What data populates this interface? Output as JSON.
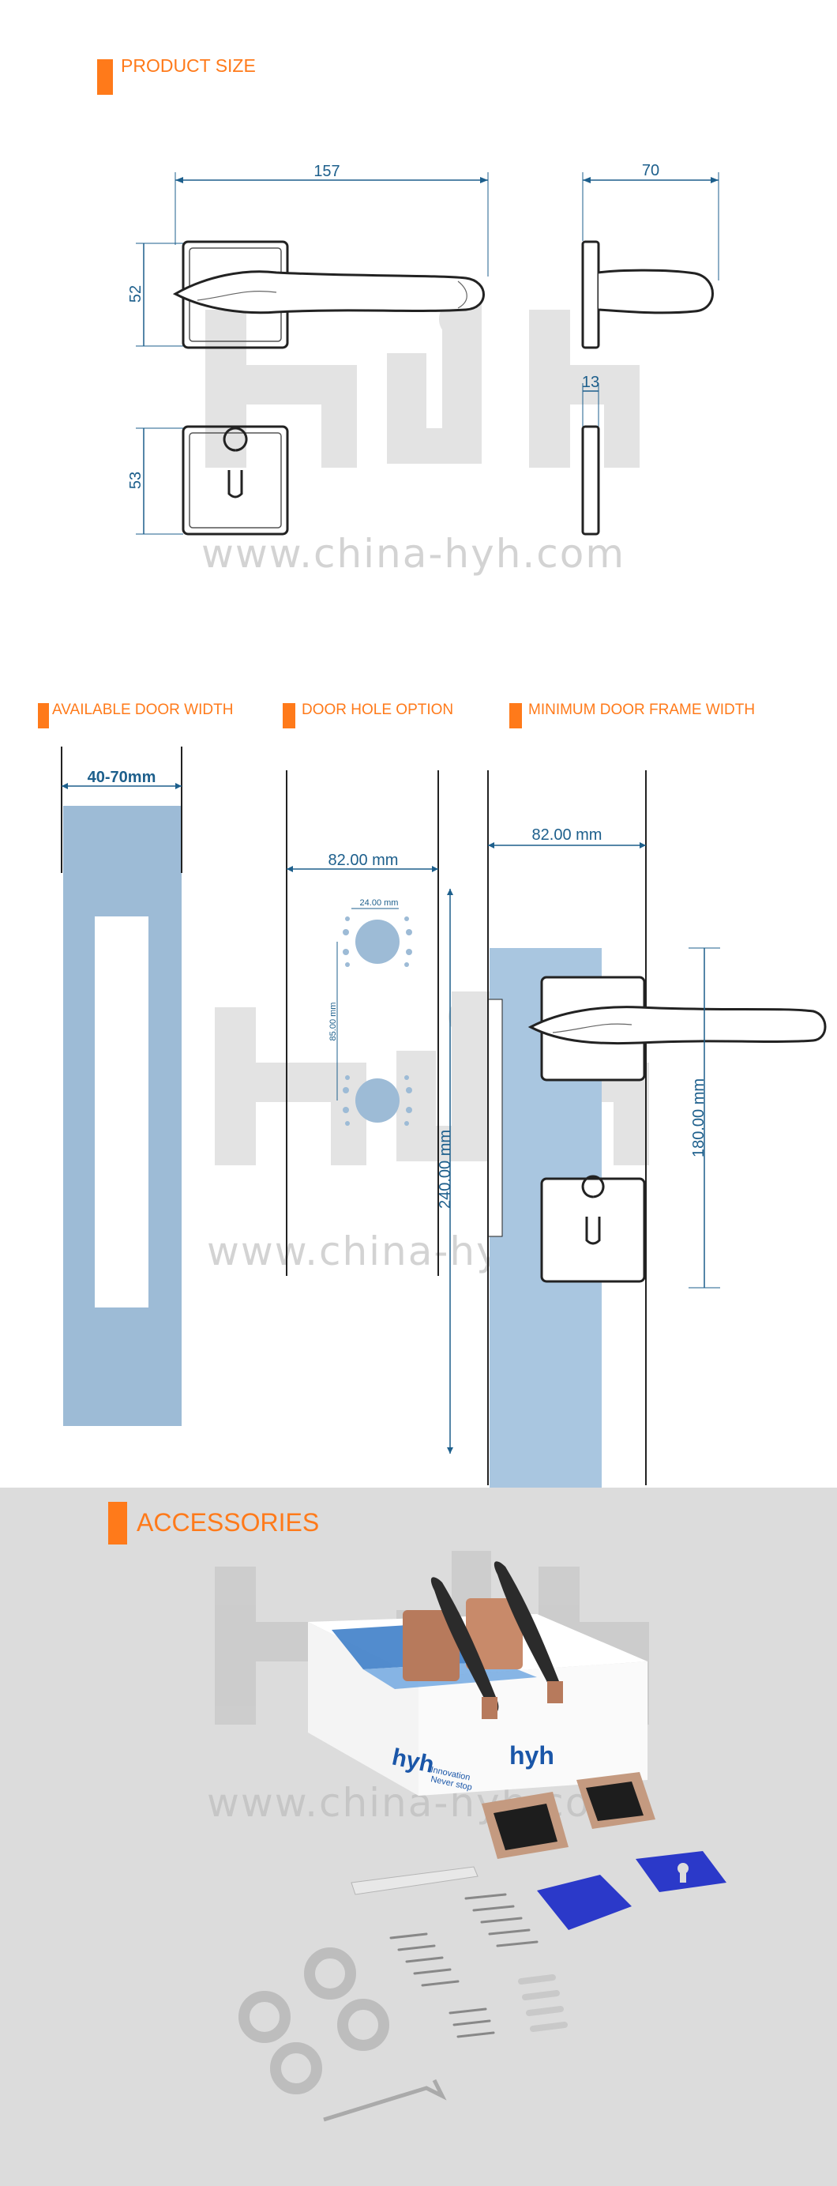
{
  "sections": {
    "product_size": {
      "title": "PRODUCT SIZE",
      "dims": {
        "width": "157",
        "depth": "70",
        "rose_height": "52",
        "escutcheon_height": "53",
        "escutcheon_thickness": "13"
      }
    },
    "door_width": {
      "title": "AVAILABLE DOOR WIDTH",
      "range": "40-70mm"
    },
    "door_hole": {
      "title": "DOOR HOLE OPTION",
      "backset": "82.00 mm",
      "hole_spacing": "24.00 mm",
      "center_distance": "85.00 mm",
      "height": "240.00 mm"
    },
    "door_frame": {
      "title": "MINIMUM DOOR FRAME WIDTH",
      "frame_width": "82.00 mm",
      "handle_height": "180.00 mm"
    },
    "accessories": {
      "title": "ACCESSORIES",
      "box_brand": "hyh",
      "box_slogan_1": "Innovation",
      "box_slogan_2": "Never stop"
    }
  },
  "watermark": {
    "logo": "hyh",
    "url": "www.china-hyh.com"
  },
  "colors": {
    "accent": "#ff7a1a",
    "dimension": "#1d5f8c",
    "door_blue": "#9dbbd6",
    "handle_dark": "#2b2b2b",
    "rose_gold": "#b77a5c"
  }
}
